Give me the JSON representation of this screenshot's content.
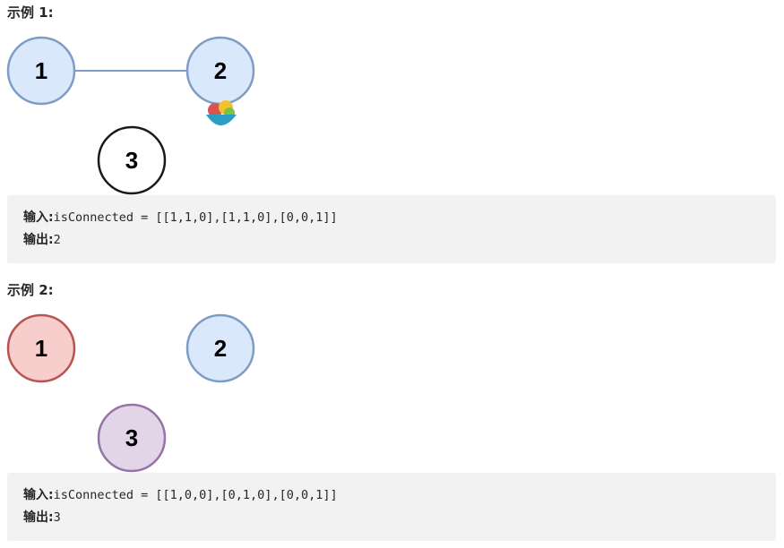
{
  "examples": [
    {
      "heading": "示例 1:",
      "nodes": [
        {
          "label": "1",
          "fill": "#dae8fc",
          "stroke": "#7f9cc4"
        },
        {
          "label": "2",
          "fill": "#dae8fc",
          "stroke": "#7f9cc4"
        },
        {
          "label": "3",
          "fill": "#ffffff",
          "stroke": "#1a1a1a"
        }
      ],
      "edges": [
        [
          "1",
          "2"
        ]
      ],
      "input_label": "输入:",
      "input_value": "isConnected = [[1,1,0],[1,1,0],[0,0,1]]",
      "output_label": "输出:",
      "output_value": "2"
    },
    {
      "heading": "示例 2:",
      "nodes": [
        {
          "label": "1",
          "fill": "#f8cecc",
          "stroke": "#b85450"
        },
        {
          "label": "2",
          "fill": "#dae8fc",
          "stroke": "#7f9cc4"
        },
        {
          "label": "3",
          "fill": "#e1d5e7",
          "stroke": "#9673a6"
        }
      ],
      "edges": [],
      "input_label": "输入:",
      "input_value": "isConnected = [[1,0,0],[0,1,0],[0,0,1]]",
      "output_label": "输出:",
      "output_value": "3"
    }
  ],
  "overlay_icon": "fruit-bowl-icon"
}
